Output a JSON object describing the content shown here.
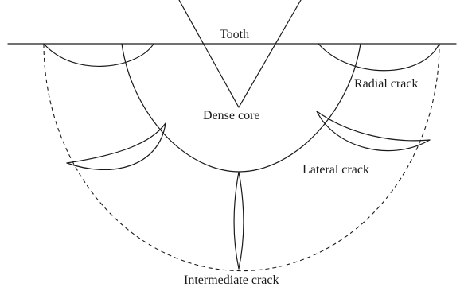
{
  "labels": {
    "tooth": "Tooth",
    "dense_core": "Dense core",
    "radial_crack": "Radial crack",
    "lateral_crack": "Lateral crack",
    "intermediate_crack": "Intermediate crack"
  },
  "colors": {
    "stroke": "#1a1a1a",
    "background": "#ffffff"
  }
}
